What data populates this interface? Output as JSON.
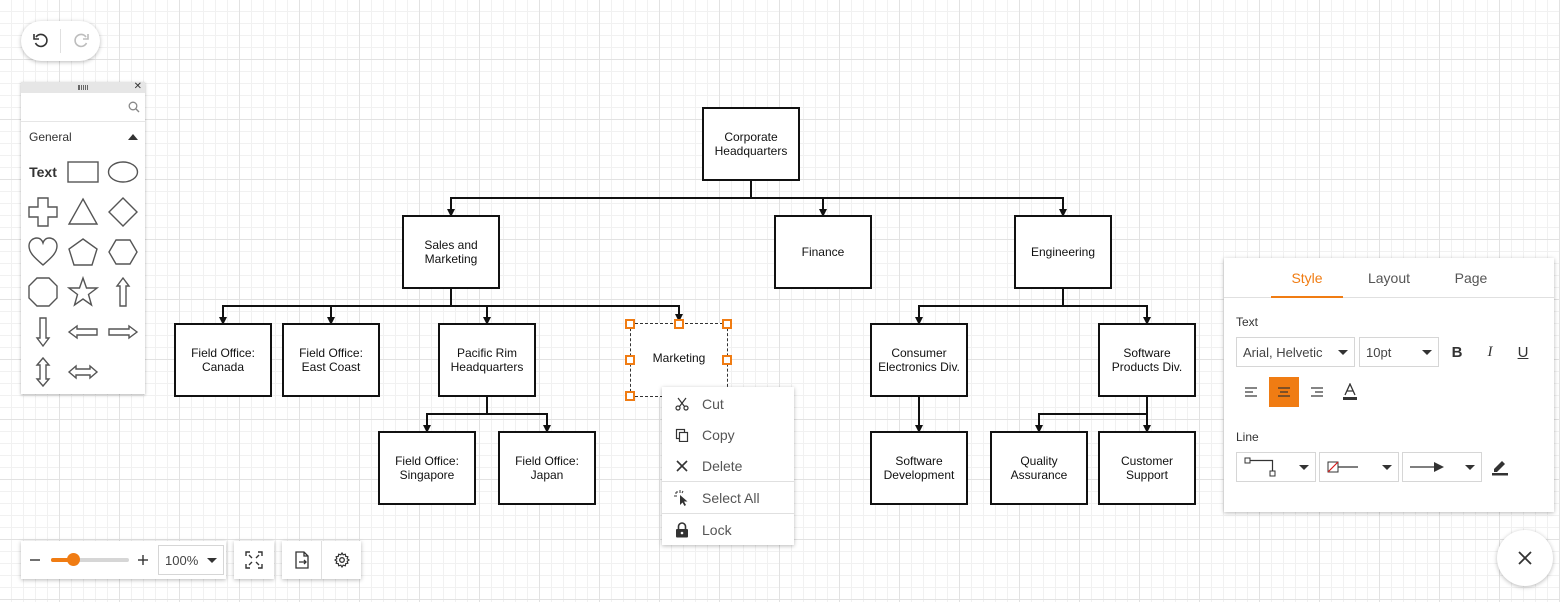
{
  "toolbox": {
    "group_label": "General",
    "text_label": "Text",
    "shapes": [
      "rectangle",
      "ellipse",
      "cross",
      "triangle",
      "diamond",
      "heart",
      "pentagon",
      "hexagon",
      "octagon",
      "star",
      "arrow-up",
      "arrow-down",
      "arrow-left",
      "arrow-right",
      "arrow-up-down",
      "arrow-left-right"
    ]
  },
  "nodes": {
    "corporate_hq": "Corporate Headquarters",
    "sales_marketing": "Sales and Marketing",
    "finance": "Finance",
    "engineering": "Engineering",
    "fo_canada": "Field Office: Canada",
    "fo_east_coast": "Field Office: East Coast",
    "pacific_rim": "Pacific Rim Headquarters",
    "marketing": "Marketing",
    "consumer_electronics": "Consumer Electronics Div.",
    "software_products": "Software Products Div.",
    "fo_singapore": "Field Office: Singapore",
    "fo_japan": "Field Office: Japan",
    "software_development": "Software Development",
    "quality_assurance": "Quality Assurance",
    "customer_support": "Customer Support"
  },
  "context_menu": {
    "cut": "Cut",
    "copy": "Copy",
    "delete": "Delete",
    "select_all": "Select All",
    "lock": "Lock"
  },
  "properties": {
    "tabs": [
      "Style",
      "Layout",
      "Page"
    ],
    "active_tab": "Style",
    "text_section": "Text",
    "font_family": "Arial, Helvetic",
    "font_size": "10pt",
    "bold": "B",
    "italic": "I",
    "underline": "U",
    "text_align": "center",
    "line_section": "Line"
  },
  "zoom": {
    "value": "100%",
    "slider_fraction": 0.29
  },
  "colors": {
    "accent": "#f07c13",
    "node_border": "#111111",
    "grid": "#e2e2e2"
  }
}
